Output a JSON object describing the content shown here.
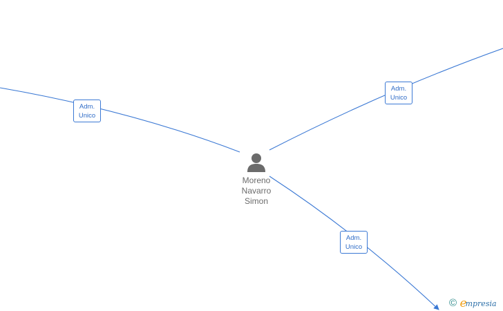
{
  "diagram": {
    "center_person": {
      "name_lines": [
        "Moreno",
        "Navarro",
        "Simon"
      ],
      "icon": "person-icon"
    },
    "relations": [
      {
        "label_lines": [
          "Adm.",
          "Unico"
        ]
      },
      {
        "label_lines": [
          "Adm.",
          "Unico"
        ]
      },
      {
        "label_lines": [
          "Adm.",
          "Unico"
        ]
      }
    ],
    "edge_color": "#3a78d4",
    "label_text_color": "#2f6cc7",
    "person_icon_color": "#6b6b6b"
  },
  "watermark": {
    "symbol": "©",
    "brand_initial": "e",
    "brand_rest": "mpresia",
    "brand_initial_color": "#f0a11c",
    "brand_rest_color": "#2c6fa8"
  }
}
